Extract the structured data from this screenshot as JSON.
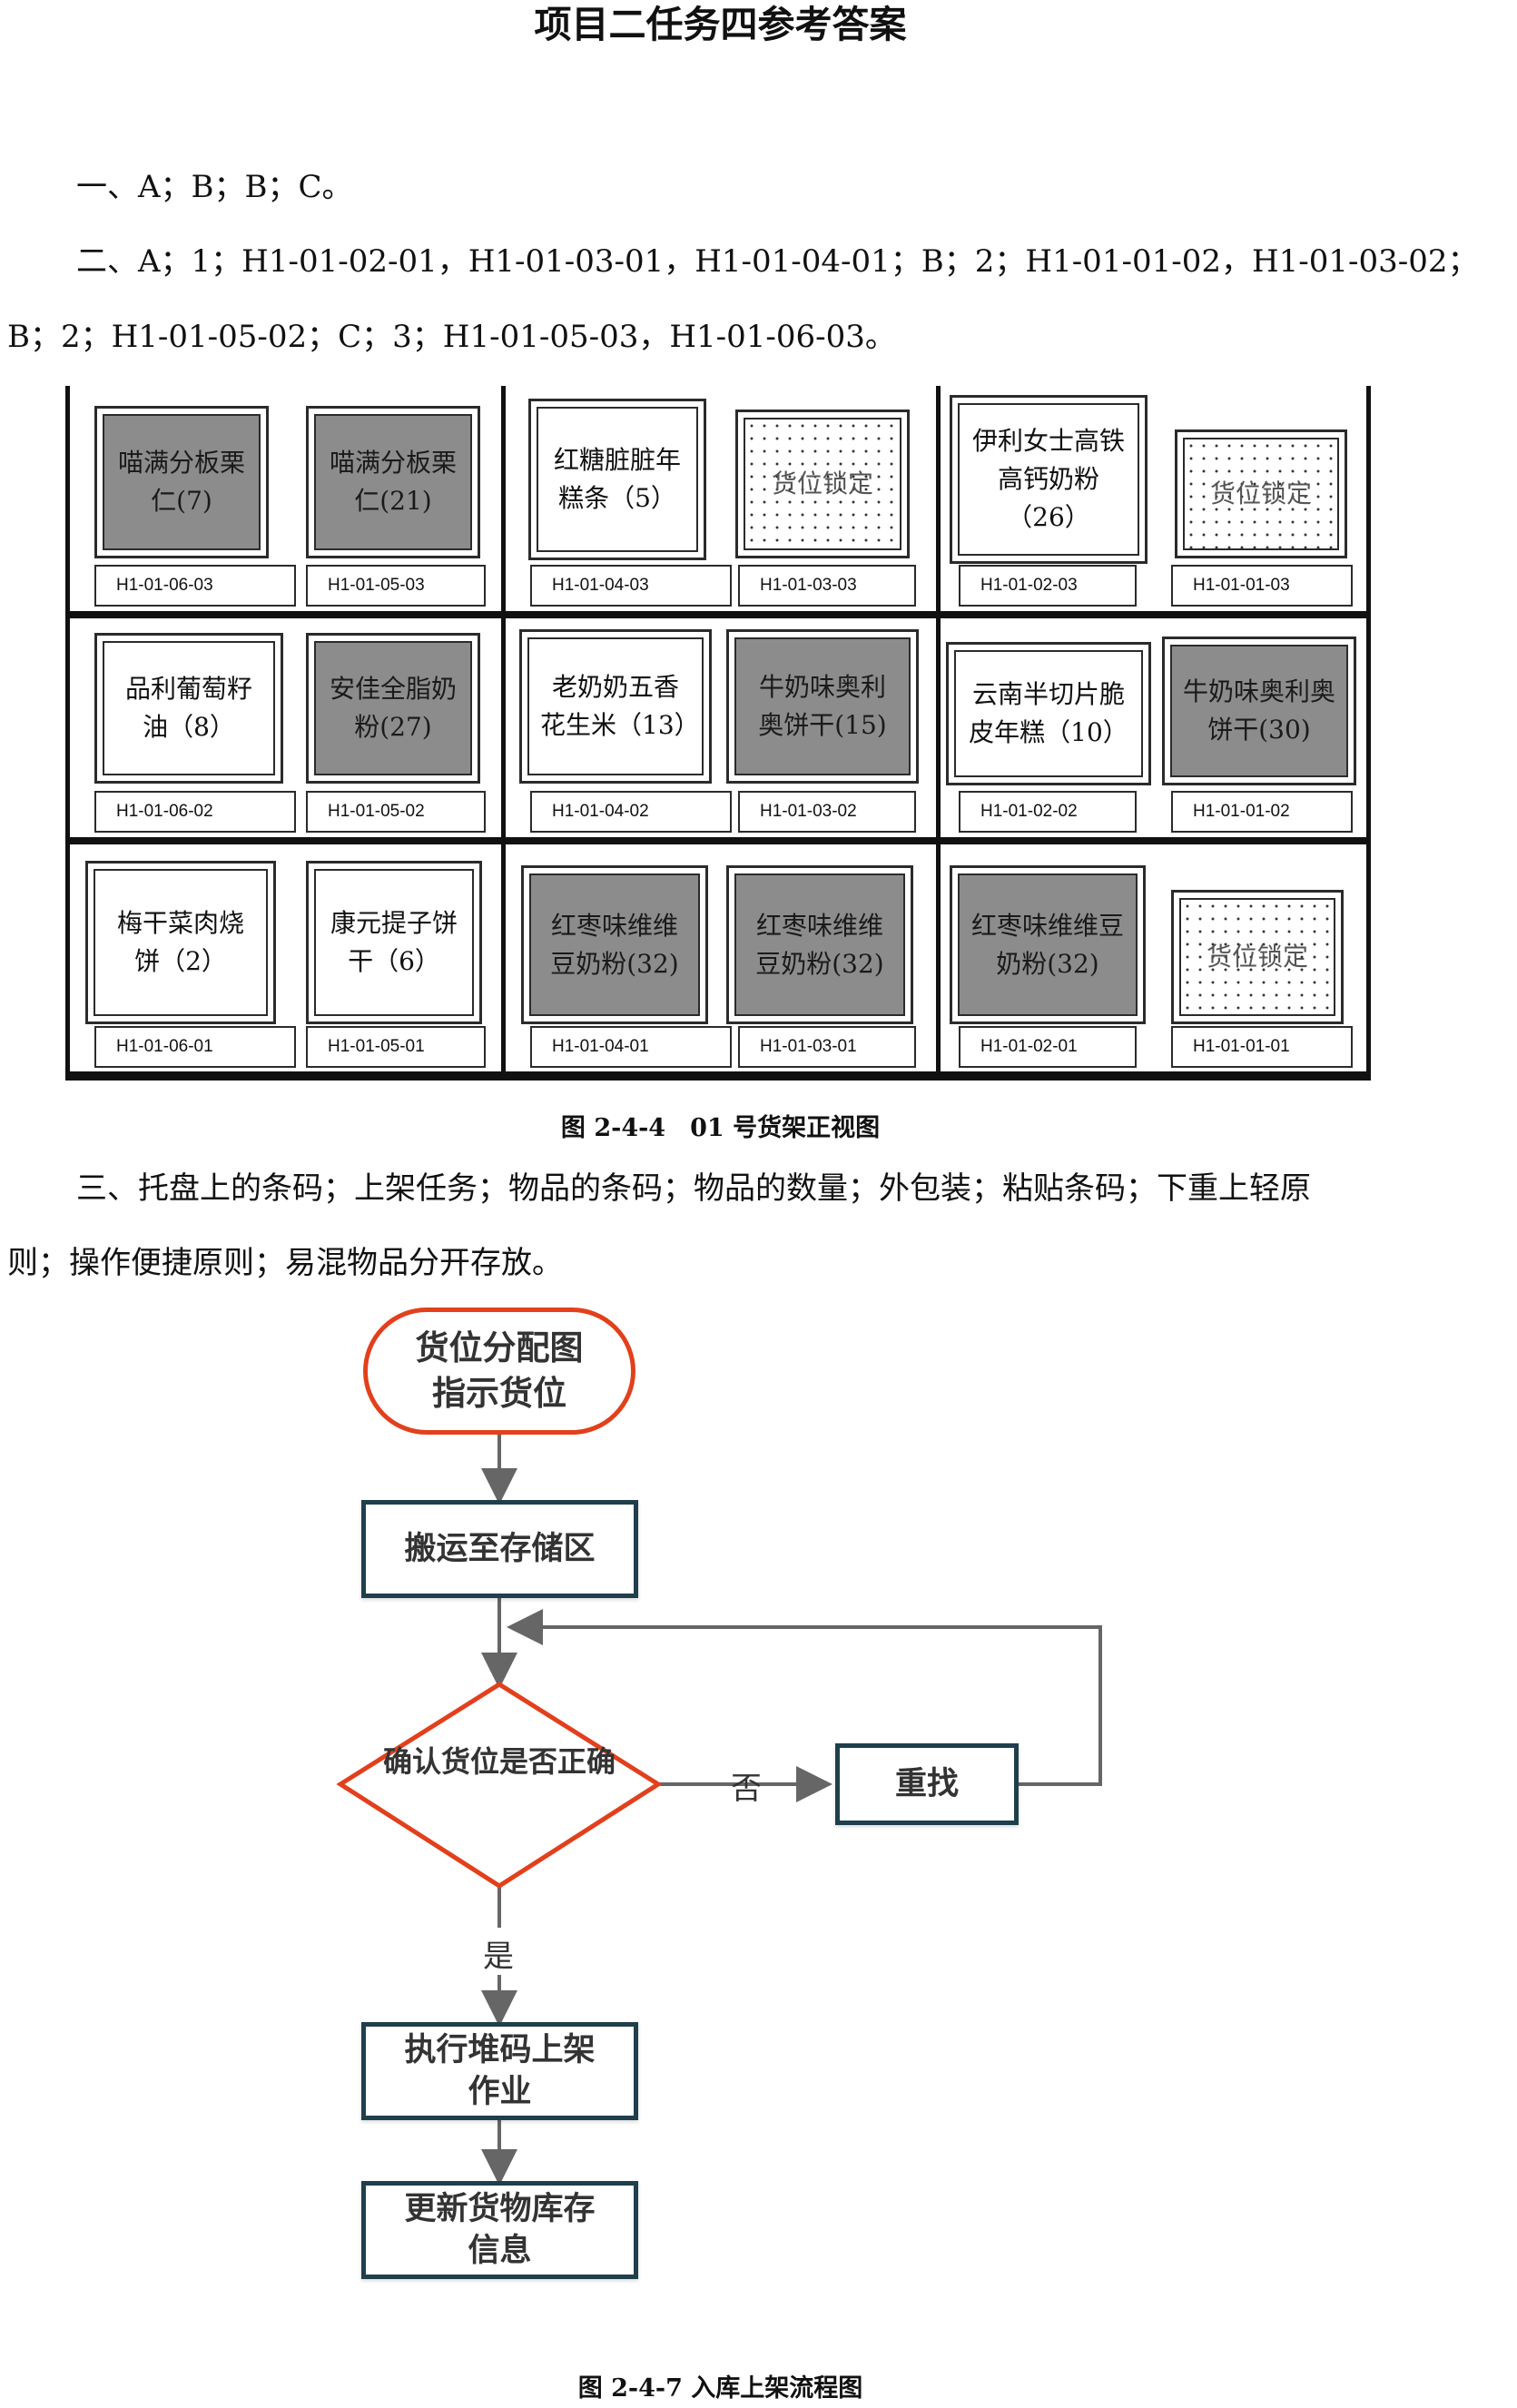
{
  "title": "项目二任务四参考答案",
  "answers": {
    "q1": "一、A；B；B；C。",
    "q2_line1": "二、A；1；H1-01-02-01，H1-01-03-01，H1-01-04-01；B；2；H1-01-01-02，H1-01-03-02；",
    "q2_line2": "B；2；H1-01-05-02；C；3；H1-01-05-03，H1-01-06-03。",
    "q3_line1": "三、托盘上的条码；上架任务；物品的条码；物品的数量；外包装；粘贴条码；下重上轻原",
    "q3_line2": "则；操作便捷原则；易混物品分开存放。"
  },
  "shelf": {
    "caption": "图 2-4-4　01 号货架正视图",
    "cells": {
      "r3c1": {
        "text": "喵满分板栗仁(7)",
        "code": "H1-01-06-03",
        "style": "gray"
      },
      "r3c2": {
        "text": "喵满分板栗仁(21)",
        "code": "H1-01-05-03",
        "style": "gray"
      },
      "r3c3": {
        "text": "红糖脏脏年糕条（5）",
        "code": "H1-01-04-03",
        "style": "white"
      },
      "r3c4": {
        "text": "货位锁定",
        "code": "H1-01-03-03",
        "style": "dot"
      },
      "r3c5": {
        "text": "伊利女士高铁高钙奶粉（26）",
        "code": "H1-01-02-03",
        "style": "white"
      },
      "r3c6": {
        "text": "货位锁定",
        "code": "H1-01-01-03",
        "style": "dot"
      },
      "r2c1": {
        "text": "品利葡萄籽油（8）",
        "code": "H1-01-06-02",
        "style": "white"
      },
      "r2c2": {
        "text": "安佳全脂奶粉(27)",
        "code": "H1-01-05-02",
        "style": "gray"
      },
      "r2c3": {
        "text": "老奶奶五香花生米（13）",
        "code": "H1-01-04-02",
        "style": "white"
      },
      "r2c4": {
        "text": "牛奶味奥利奥饼干(15)",
        "code": "H1-01-03-02",
        "style": "gray"
      },
      "r2c5": {
        "text": "云南半切片脆皮年糕（10）",
        "code": "H1-01-02-02",
        "style": "white"
      },
      "r2c6": {
        "text": "牛奶味奥利奥饼干(30)",
        "code": "H1-01-01-02",
        "style": "gray"
      },
      "r1c1": {
        "text": "梅干菜肉烧饼（2）",
        "code": "H1-01-06-01",
        "style": "white"
      },
      "r1c2": {
        "text": "康元提子饼干（6）",
        "code": "H1-01-05-01",
        "style": "white"
      },
      "r1c3": {
        "text": "红枣味维维豆奶粉(32)",
        "code": "H1-01-04-01",
        "style": "gray"
      },
      "r1c4": {
        "text": "红枣味维维豆奶粉(32)",
        "code": "H1-01-03-01",
        "style": "gray"
      },
      "r1c5": {
        "text": "红枣味维维豆奶粉(32)",
        "code": "H1-01-02-01",
        "style": "gray"
      },
      "r1c6": {
        "text": "货位锁定",
        "code": "H1-01-01-01",
        "style": "dot"
      }
    }
  },
  "flow": {
    "caption": "图 2-4-7 入库上架流程图",
    "start": "货位分配图指示货位",
    "step1": "搬运至存储区",
    "decision": "确认货位是否正确",
    "no_label": "否",
    "retry": "重找",
    "yes_label": "是",
    "step2": "执行堆码上架作业",
    "step3": "更新货物库存信息"
  },
  "colors": {
    "accent_red": "#e2401c",
    "box_border": "#1f3f4c",
    "cell_gray": "#8c8c8c",
    "arrow": "#666666"
  }
}
